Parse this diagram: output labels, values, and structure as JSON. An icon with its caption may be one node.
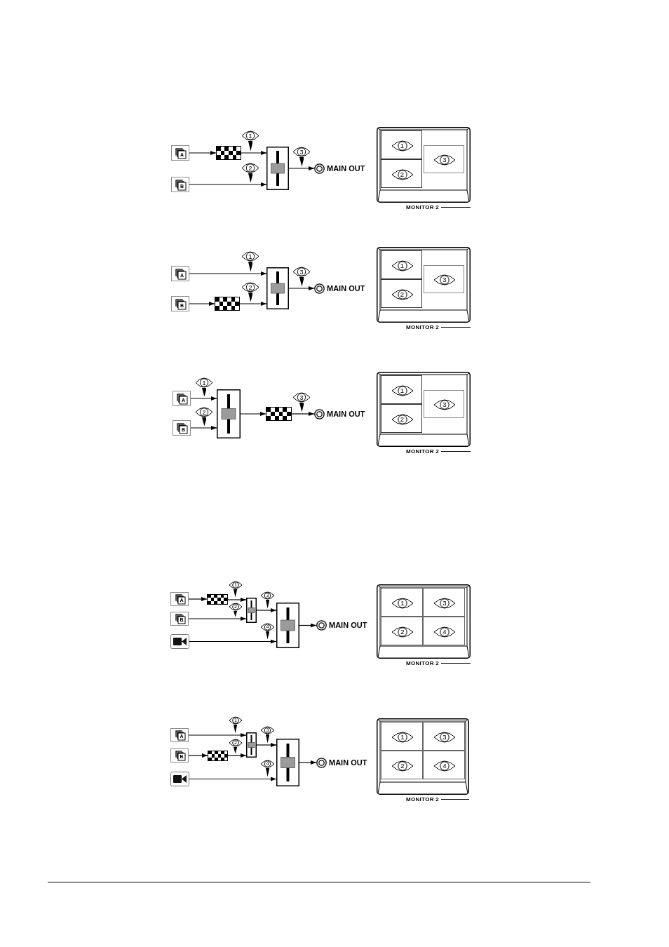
{
  "diagram": {
    "nodes": [
      {
        "text": [
          "A"
        ]
      },
      {
        "text": [
          "B"
        ]
      },
      {
        "text": [
          "1"
        ]
      },
      {
        "text": [
          "2"
        ]
      },
      {
        "text": [],
        "shape": "picture"
      },
      {
        "text": [],
        "shape": "picture"
      },
      {
        "text": [
          "3"
        ]
      },
      {
        "text": [
          "MAIN OUT"
        ]
      },
      {
        "text": [],
        "shape": "picture",
        "beside": [
          "MONITOR 2"
        ]
      },
      {
        "text": [],
        "shape": "box",
        "in": 8
      },
      {
        "text": [
          "1"
        ],
        "in": 9
      },
      {
        "text": [],
        "shape": "box",
        "in": 8
      },
      {
        "text": [
          "2"
        ],
        "in": 11
      },
      {
        "text": [],
        "shape": "box",
        "in": 8
      },
      {
        "text": [
          "3"
        ],
        "in": 13
      },
      {
        "text": [
          "A"
        ]
      },
      {
        "text": [
          "B"
        ]
      },
      {
        "text": [
          "1"
        ]
      },
      {
        "text": [
          "2"
        ]
      },
      {
        "text": [],
        "shape": "picture"
      },
      {
        "text": [],
        "shape": "picture"
      },
      {
        "text": [
          "3"
        ]
      },
      {
        "text": [
          "MAIN OUT"
        ]
      },
      {
        "text": [],
        "shape": "picture",
        "beside": [
          "MONITOR 2"
        ]
      },
      {
        "text": [],
        "shape": "box",
        "in": 23
      },
      {
        "text": [
          "1"
        ],
        "in": 24
      },
      {
        "text": [],
        "shape": "box",
        "in": 23
      },
      {
        "text": [
          "2"
        ],
        "in": 26
      },
      {
        "text": [],
        "shape": "box",
        "in": 23
      },
      {
        "text": [
          "3"
        ],
        "in": 28
      },
      {
        "text": [
          "A"
        ]
      },
      {
        "text": [
          "B"
        ]
      },
      {
        "text": [
          "1"
        ]
      },
      {
        "text": [
          "2"
        ]
      },
      {
        "text": [],
        "shape": "picture"
      },
      {
        "text": [],
        "shape": "picture"
      },
      {
        "text": [
          "3"
        ]
      },
      {
        "text": [
          "MAIN OUT"
        ]
      },
      {
        "text": [],
        "shape": "picture",
        "beside": [
          "MONITOR 2"
        ]
      },
      {
        "text": [],
        "shape": "box",
        "in": 38
      },
      {
        "text": [
          "1"
        ],
        "in": 39
      },
      {
        "text": [],
        "shape": "box",
        "in": 38
      },
      {
        "text": [
          "2"
        ],
        "in": 41
      },
      {
        "text": [],
        "shape": "box",
        "in": 38
      },
      {
        "text": [
          "3"
        ],
        "in": 43
      },
      {
        "text": [
          "A"
        ]
      },
      {
        "text": [
          "B"
        ]
      },
      {
        "text": [],
        "shape": "picture"
      },
      {
        "text": [],
        "shape": "picture"
      },
      {
        "text": [
          "1"
        ]
      },
      {
        "text": [
          "2"
        ]
      },
      {
        "text": [],
        "shape": "picture"
      },
      {
        "text": [
          "3"
        ]
      },
      {
        "text": [
          "4"
        ]
      },
      {
        "text": [],
        "shape": "picture"
      },
      {
        "text": [
          "MAIN OUT"
        ]
      },
      {
        "text": [],
        "shape": "picture",
        "beside": [
          "MONITOR 2"
        ]
      },
      {
        "text": [],
        "shape": "box",
        "in": 56
      },
      {
        "text": [
          "1"
        ],
        "in": 57
      },
      {
        "text": [],
        "shape": "box",
        "in": 56
      },
      {
        "text": [
          "3"
        ],
        "in": 59
      },
      {
        "text": [],
        "shape": "box",
        "in": 56
      },
      {
        "text": [
          "2"
        ],
        "in": 61
      },
      {
        "text": [],
        "shape": "box",
        "in": 56
      },
      {
        "text": [
          "4"
        ],
        "in": 63
      },
      {
        "text": [
          "A"
        ]
      },
      {
        "text": [
          "B"
        ]
      },
      {
        "text": [],
        "shape": "picture"
      },
      {
        "text": [],
        "shape": "picture"
      },
      {
        "text": [
          "1"
        ]
      },
      {
        "text": [
          "2"
        ]
      },
      {
        "text": [],
        "shape": "picture"
      },
      {
        "text": [
          "3"
        ]
      },
      {
        "text": [
          "4"
        ]
      },
      {
        "text": [],
        "shape": "picture"
      },
      {
        "text": [
          "MAIN OUT"
        ]
      },
      {
        "text": [],
        "shape": "picture",
        "beside": [
          "MONITOR 2"
        ]
      },
      {
        "text": [],
        "shape": "box",
        "in": 76
      },
      {
        "text": [
          "1"
        ],
        "in": 77
      },
      {
        "text": [],
        "shape": "box",
        "in": 76
      },
      {
        "text": [
          "3"
        ],
        "in": 79
      },
      {
        "text": [],
        "shape": "box",
        "in": 76
      },
      {
        "text": [
          "2"
        ],
        "in": 81
      },
      {
        "text": [],
        "shape": "box",
        "in": 76
      },
      {
        "text": [
          "4"
        ],
        "in": 83
      }
    ],
    "edges": [
      {
        "from": 0,
        "to": 4,
        "arrow": "to"
      },
      {
        "from": 4,
        "to": 5,
        "arrow": "to"
      },
      {
        "from": 1,
        "to": 5,
        "arrow": "to"
      },
      {
        "from": 5,
        "to": 7,
        "arrow": "to"
      },
      {
        "from": 15,
        "to": 20,
        "arrow": "to"
      },
      {
        "from": 16,
        "to": 19,
        "arrow": "to"
      },
      {
        "from": 19,
        "to": 20,
        "arrow": "to"
      },
      {
        "from": 20,
        "to": 22,
        "arrow": "to"
      },
      {
        "from": 30,
        "to": 35,
        "arrow": "to"
      },
      {
        "from": 31,
        "to": 35,
        "arrow": "to"
      },
      {
        "from": 35,
        "to": 34,
        "arrow": "to"
      },
      {
        "from": 34,
        "to": 37,
        "arrow": "to"
      },
      {
        "from": 45,
        "to": 48,
        "arrow": "to"
      },
      {
        "from": 48,
        "to": 51,
        "arrow": "to"
      },
      {
        "from": 46,
        "to": 51,
        "arrow": "to"
      },
      {
        "from": 51,
        "to": 54,
        "arrow": "to"
      },
      {
        "from": 47,
        "to": 54,
        "arrow": "to"
      },
      {
        "from": 54,
        "to": 55,
        "arrow": "to"
      },
      {
        "from": 65,
        "to": 71,
        "arrow": "to"
      },
      {
        "from": 66,
        "to": 68,
        "arrow": "to"
      },
      {
        "from": 68,
        "to": 71,
        "arrow": "to"
      },
      {
        "from": 71,
        "to": 74,
        "arrow": "to"
      },
      {
        "from": 67,
        "to": 74,
        "arrow": "to"
      },
      {
        "from": 74,
        "to": 75,
        "arrow": "to"
      }
    ]
  }
}
